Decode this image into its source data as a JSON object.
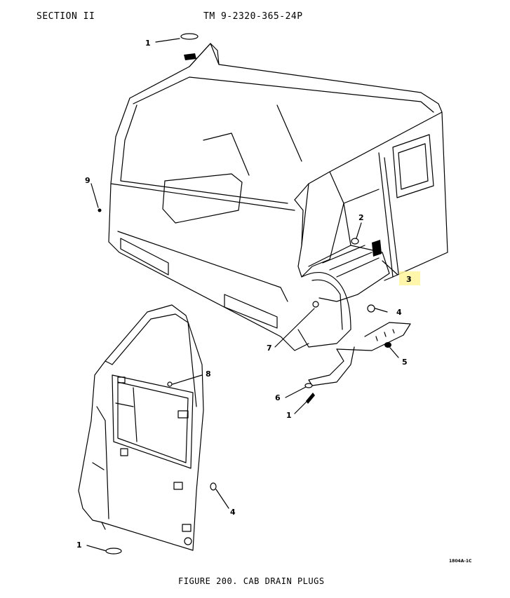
{
  "header": {
    "section": "SECTION II",
    "tm_number": "TM 9-2320-365-24P"
  },
  "figure": {
    "caption": "FIGURE 200.  CAB DRAIN PLUGS",
    "code": "1804A-1C"
  },
  "callouts": {
    "c1_top": "1",
    "c9": "9",
    "c2": "2",
    "c3": "3",
    "c4_right": "4",
    "c5": "5",
    "c7": "7",
    "c6": "6",
    "c1_right": "1",
    "c8": "8",
    "c4_door": "4",
    "c1_bottom": "1"
  },
  "highlight_color": "#fff59d"
}
